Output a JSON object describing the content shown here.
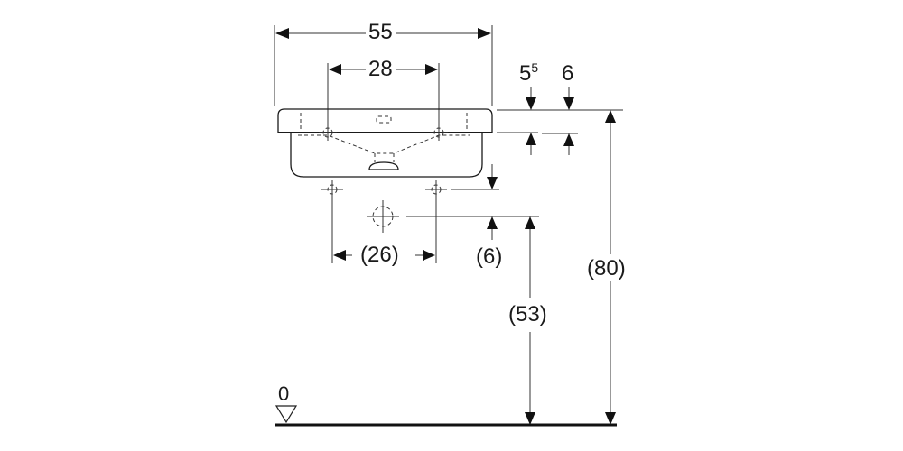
{
  "diagram": {
    "type": "technical-dimension-drawing",
    "subject": "wall-hung washbasin, front view",
    "unit": "cm",
    "dimensions": {
      "overall_width": "55",
      "tap_hole_spacing": "28",
      "rim_thickness_left": "5",
      "rim_thickness_left_sup": "5",
      "rim_thickness_right": "6",
      "supply_spacing": "(26)",
      "drain_offset": "(6)",
      "drain_height": "(53)",
      "rim_height": "(80)",
      "floor_level": "0"
    }
  }
}
